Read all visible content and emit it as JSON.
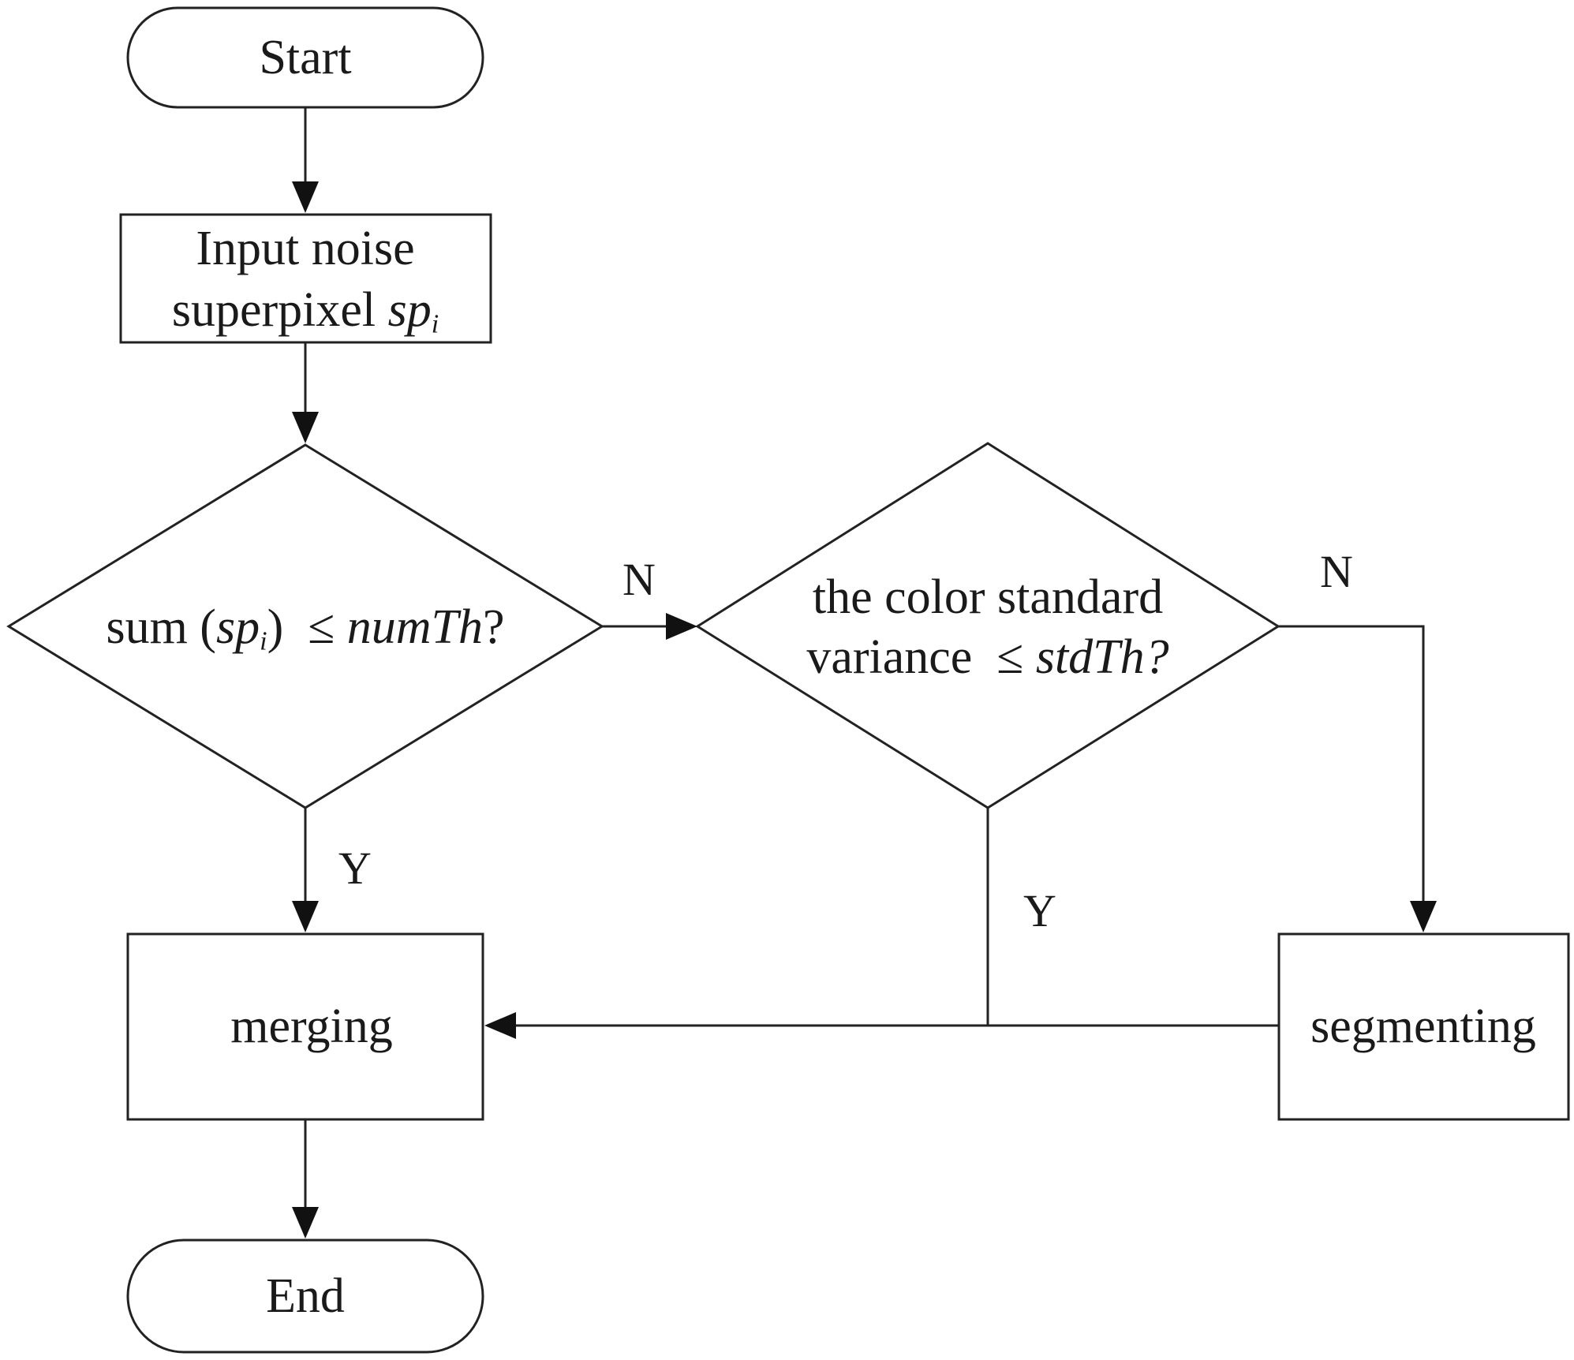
{
  "diagram": {
    "start": {
      "label": "Start"
    },
    "input": {
      "line1": "Input noise",
      "line2_text": "superpixel ",
      "line2_var": "sp",
      "line2_sub": "i"
    },
    "decision1": {
      "fn": "sum (",
      "var": "sp",
      "sub": "i",
      "close": ")",
      "op": "≤",
      "threshold": "numTh",
      "q": "?"
    },
    "decision2": {
      "line1": "the color standard",
      "line2_text": "variance ",
      "op": "≤",
      "threshold": "stdTh?"
    },
    "merging": {
      "label": "merging"
    },
    "segmenting": {
      "label": "segmenting"
    },
    "end": {
      "label": "End"
    },
    "branches": {
      "d1_no": "N",
      "d1_yes": "Y",
      "d2_no": "N",
      "d2_yes": "Y"
    }
  }
}
